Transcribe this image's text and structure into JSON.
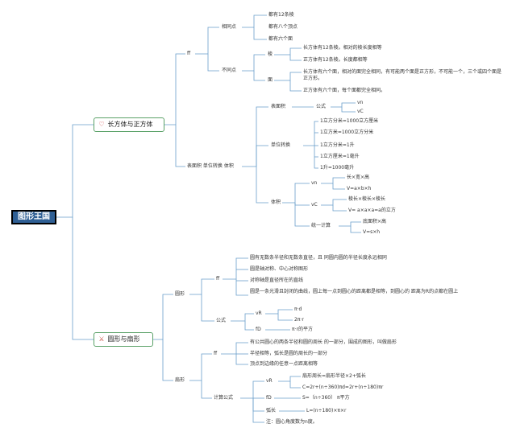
{
  "root": "图形王国",
  "cuboid": {
    "icon": "heart-icon",
    "label": "长方体与正方体",
    "ff": "ff",
    "same": {
      "label": "相同点",
      "items": [
        "都有12条棱",
        "都有八个顶点",
        "都有六个面"
      ]
    },
    "diff": {
      "label": "不同点",
      "edge": {
        "label": "棱",
        "items": [
          "长方体有12条棱。相对的棱长度相等",
          "正方体有12条棱。长度都相等"
        ]
      },
      "face": {
        "label": "面",
        "items": [
          "长方体有六个面，相对的面完全相同，有可能两个面是正方形，不可能一个，三个或四个面是正方形。",
          "正方体有六个面，每个面都完全相同。"
        ]
      }
    },
    "measure": {
      "label": "表面积 单位转换 体积",
      "area": {
        "label": "表面积",
        "formula": "公式",
        "items": [
          "vn",
          "vC"
        ]
      },
      "unit": {
        "label": "单位转换",
        "items": [
          "1立方分米=1000立方厘米",
          "1立方米=1000立方分米",
          "1立方分米=1升",
          "1立方厘米=1毫升",
          "1升=1000毫升"
        ]
      },
      "volume": {
        "label": "体积",
        "vn": {
          "label": "vn",
          "items": [
            "长×宽×高",
            "V=a×b×h"
          ]
        },
        "vc": {
          "label": "vC",
          "items": [
            "棱长×棱长×棱长",
            "V= a×a×a=a的立方"
          ]
        },
        "unified": {
          "label": "统一计算",
          "items": [
            "底面积×高",
            "V=s×h"
          ]
        }
      }
    }
  },
  "circle": {
    "icon": "compass-icon",
    "label": "圆形与扇形",
    "round": {
      "label": "圆形",
      "ff": {
        "label": "ff",
        "items": [
          "圆有无数条半径和无数条直径，且 同圆内圆的半径长度永远相同",
          "圆是轴对称、中心对称图形",
          "对称轴是直径所在的直线",
          "圆是一条光滑且封闭的曲线，圆上每一点到圆心的距离都是相等，到圆心的 距离为R的点都在圆上"
        ]
      },
      "formula": {
        "label": "公式",
        "vr": {
          "label": "vR",
          "items": [
            "π·d",
            "2π·r"
          ]
        },
        "fd": {
          "label": "fD",
          "items": [
            "π·r的平方"
          ]
        }
      }
    },
    "sector": {
      "label": "扇形",
      "ff": {
        "label": "ff",
        "items": [
          "有公共圆心的两条半径和圆的周长 的一部分，围成的图形，叫做扇形",
          "半径相等，弧长是圆的周长的一部分",
          "顶点到边缘的任意一点距离相等"
        ]
      },
      "calc": {
        "label": "计算公式",
        "vr": {
          "label": "vR",
          "items": [
            "扇形周长=扇形半径×2+弧长",
            "C=2r+(n÷360)πd=2r+(n÷180)πr"
          ]
        },
        "fd": {
          "label": "fD",
          "items": [
            "S=（n÷360） π平方"
          ]
        },
        "arc": {
          "label": "弧长",
          "items": [
            "L=(n÷180)×π×r"
          ]
        },
        "note": "注：圆心角度数为n度。"
      }
    }
  }
}
